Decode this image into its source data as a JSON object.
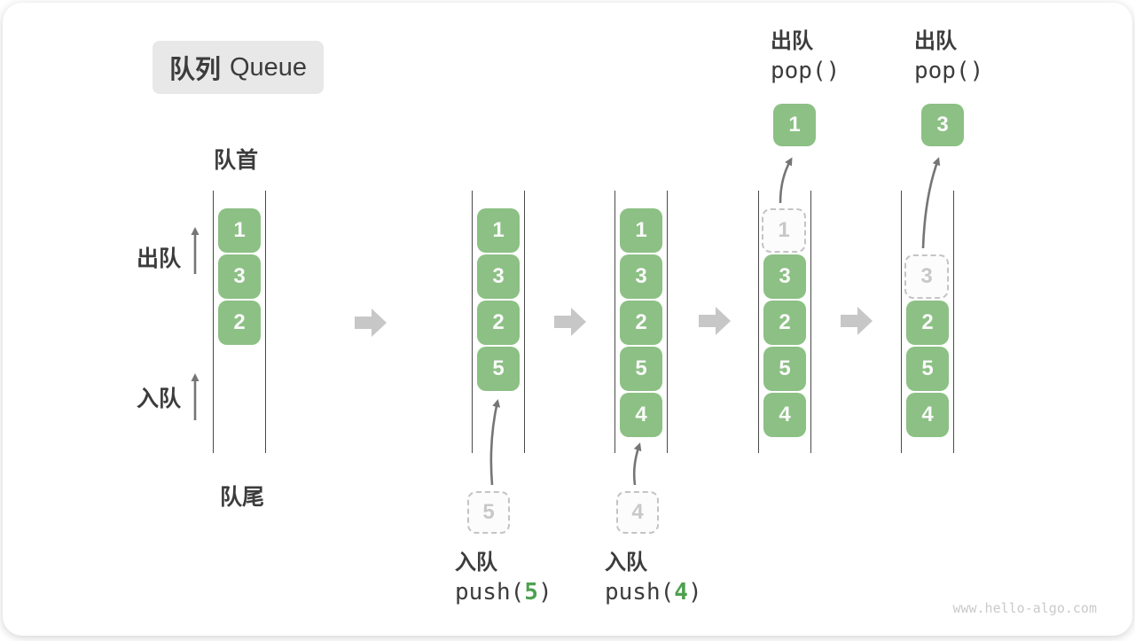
{
  "title": {
    "zh": "队列",
    "en": "Queue"
  },
  "labels": {
    "front": "队首",
    "rear": "队尾",
    "dequeue": "出队",
    "enqueue": "入队"
  },
  "colors": {
    "block_green": "#8CC084",
    "code_green": "#4FA050",
    "step_arrow": "#C7C7C7",
    "thin_arrow": "#757575",
    "wall": "#4A4A4A",
    "text_dark": "#3C3C3C",
    "dashed_border": "#C4C4C4",
    "dashed_fill": "#FCFCFC",
    "dashed_text": "#C8C8C8",
    "title_bg": "#E8E8E8",
    "watermark": "#CACACA"
  },
  "states": [
    {
      "slots": [
        {
          "slot": 0,
          "value": "1",
          "style": "solid"
        },
        {
          "slot": 1,
          "value": "3",
          "style": "solid"
        },
        {
          "slot": 2,
          "value": "2",
          "style": "solid"
        }
      ]
    },
    {
      "slots": [
        {
          "slot": 0,
          "value": "1",
          "style": "solid"
        },
        {
          "slot": 1,
          "value": "3",
          "style": "solid"
        },
        {
          "slot": 2,
          "value": "2",
          "style": "solid"
        },
        {
          "slot": 3,
          "value": "5",
          "style": "solid"
        }
      ]
    },
    {
      "slots": [
        {
          "slot": 0,
          "value": "1",
          "style": "solid"
        },
        {
          "slot": 1,
          "value": "3",
          "style": "solid"
        },
        {
          "slot": 2,
          "value": "2",
          "style": "solid"
        },
        {
          "slot": 3,
          "value": "5",
          "style": "solid"
        },
        {
          "slot": 4,
          "value": "4",
          "style": "solid"
        }
      ]
    },
    {
      "slots": [
        {
          "slot": 0,
          "value": "1",
          "style": "dashed"
        },
        {
          "slot": 1,
          "value": "3",
          "style": "solid"
        },
        {
          "slot": 2,
          "value": "2",
          "style": "solid"
        },
        {
          "slot": 3,
          "value": "5",
          "style": "solid"
        },
        {
          "slot": 4,
          "value": "4",
          "style": "solid"
        }
      ]
    },
    {
      "slots": [
        {
          "slot": 1,
          "value": "3",
          "style": "dashed"
        },
        {
          "slot": 2,
          "value": "2",
          "style": "solid"
        },
        {
          "slot": 3,
          "value": "5",
          "style": "solid"
        },
        {
          "slot": 4,
          "value": "4",
          "style": "solid"
        }
      ]
    }
  ],
  "annotations": {
    "push": [
      {
        "op": "入队",
        "call_prefix": "push(",
        "arg": "5",
        "call_suffix": ")",
        "dashed_value": "5"
      },
      {
        "op": "入队",
        "call_prefix": "push(",
        "arg": "4",
        "call_suffix": ")",
        "dashed_value": "4"
      }
    ],
    "pop": [
      {
        "op": "出队",
        "call": "pop()",
        "popped_value": "1"
      },
      {
        "op": "出队",
        "call": "pop()",
        "popped_value": "3"
      }
    ]
  },
  "watermark": "www.hello-algo.com"
}
